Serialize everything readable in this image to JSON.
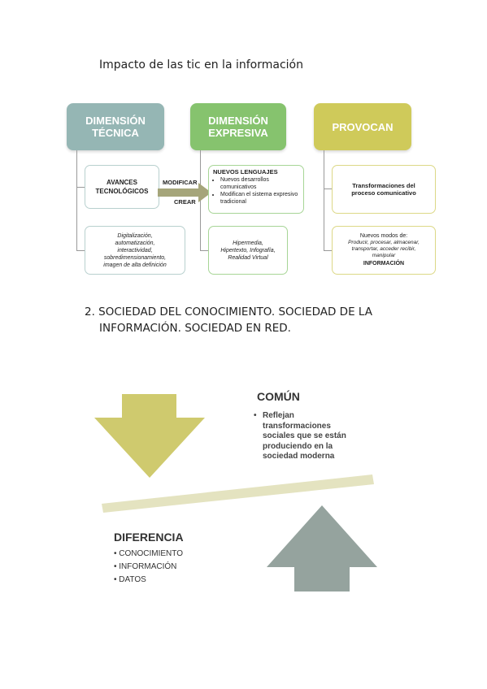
{
  "page_title": "Impacto de las tic en la información",
  "diagram1": {
    "col1": {
      "header": [
        "DIMENSIÓN",
        "TÉCNICA"
      ],
      "box1": [
        "AVANCES",
        "TECNOLÓGICOS"
      ],
      "box2": [
        "Digitalización,",
        "automatización,",
        "interactividad,",
        "sobredimensionamiento,",
        "imagen de alta definición"
      ]
    },
    "connector": {
      "top": "MODIFICAR",
      "bottom": "CREAR"
    },
    "col2": {
      "header": [
        "DIMENSIÓN",
        "EXPRESIVA"
      ],
      "box1": {
        "title": "NUEVOS LENGUAJES",
        "items": [
          "Nuevos desarrollos comunicativos",
          "Modifican el sistema expresivo tradicional"
        ]
      },
      "box2": [
        "Hipermedia,",
        "Hipertexto, Infografía,",
        "Realidad Virtual"
      ]
    },
    "col3": {
      "header": "PROVOCAN",
      "box1": [
        "Transformaciones del",
        "proceso comunicativo"
      ],
      "box2": {
        "title": "Nuevos modos de:",
        "text": [
          "Producir, procesar, almacenar,",
          "transportar, acceder recibir,",
          "manipular"
        ],
        "emph": "INFORMACIÓN"
      }
    },
    "colors": {
      "tecnica": "#95b6b4",
      "expresiva": "#86c36e",
      "provocan": "#cfca5a",
      "arrow": "#a5a57a"
    }
  },
  "section2": {
    "line1": "2.  SOCIEDAD DEL CONOCIMIENTO. SOCIEDAD DE LA",
    "line2": "INFORMACIÓN. SOCIEDAD EN RED."
  },
  "diagram2": {
    "comun": {
      "title": "COMÚN",
      "bullet": "•",
      "text": [
        "Reflejan",
        "transformaciones",
        "sociales que se están",
        "produciendo en la",
        "sociedad moderna"
      ]
    },
    "diferencia": {
      "title": "DIFERENCIA",
      "items": [
        "• CONOCIMIENTO",
        "• INFORMACIÓN",
        "• DATOS"
      ]
    },
    "colors": {
      "down_arrow": "#cfca6e",
      "up_arrow": "#95a39e",
      "beam": "#e4e3c0"
    }
  }
}
